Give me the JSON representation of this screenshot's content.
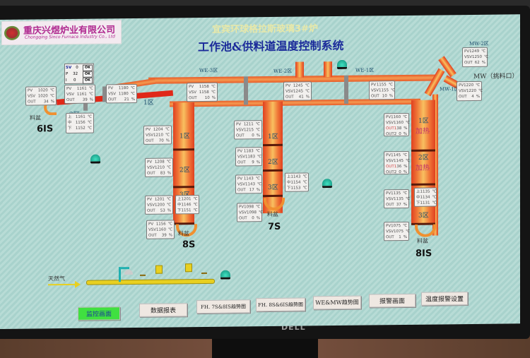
{
  "header": {
    "company_cn": "重庆兴煜炉业有限公司",
    "company_en": "Chongqing Sinco Furnace Industry Co., Ltd",
    "title_line1": "宜宾环球格拉斯玻璃3#炉",
    "title_line2": "工作池&供料道温度控制系统"
  },
  "zones": {
    "we3": "WE-3区",
    "we2": "WE-2区",
    "we1": "WE-1区",
    "mw2": "MW-2区",
    "mw1": "MW-1区",
    "mw_label": "MW（挑料口）",
    "z1": "1区",
    "z2": "2区",
    "z3": "3区",
    "heat": "加热"
  },
  "sv_panel": {
    "sv_label": "SV",
    "sv_value": "0",
    "p_label": "P",
    "p_value": "32",
    "i_label": "I",
    "i_value": "0",
    "ok": "OK"
  },
  "units": {
    "temp": "℃",
    "pct": "%"
  },
  "labels": {
    "pv": "PV",
    "vsv": "VSV",
    "out": "OUT",
    "out1": "OUT1",
    "out2": "OUT2",
    "upper": "上",
    "middle": "中",
    "lower": "下",
    "bowl": "料盆"
  },
  "feeders": {
    "f6is": "6IS",
    "f8s": "8S",
    "f7s": "7S",
    "f8is": "8IS"
  },
  "controllers": {
    "c6is_left": {
      "pv": "1020",
      "vsv": "1020",
      "out": "34"
    },
    "c6is_mid": {
      "pv": "1161",
      "vsv": "1161",
      "out": "39"
    },
    "c6is_z1": {
      "pv": "1180",
      "vsv": "1180",
      "out": "21"
    },
    "c6is_ucl": {
      "u": "1161",
      "m": "1156",
      "l": "1152"
    },
    "we3": {
      "pv": "1158",
      "vsv": "1158",
      "out": "10"
    },
    "we2": {
      "pv": "1245",
      "vsv": "1245",
      "out": "41"
    },
    "we1": {
      "pv": "1155",
      "vsv": "1155",
      "out": "10"
    },
    "mw2": {
      "pv": "1249",
      "vsv": "1250",
      "out": "62"
    },
    "mw1": {
      "pv": "1220",
      "vsv": "1220",
      "out": "4"
    },
    "s8_z1": {
      "pv": "1204",
      "vsv": "1210",
      "out": "70"
    },
    "s8_z2": {
      "pv": "1208",
      "vsv": "1210",
      "out": "83"
    },
    "s8_z3": {
      "pv": "1201",
      "vsv": "1200",
      "out": "53"
    },
    "s8_ucl": {
      "u": "1201",
      "m": "1146",
      "l": "1151"
    },
    "s8_bowl": {
      "pv": "1156",
      "vsv": "1160",
      "out": "39"
    },
    "s7_z1": {
      "pv": "1211",
      "vsv": "1215",
      "out": "0"
    },
    "s7_z2": {
      "pv": "1183",
      "vsv": "1183",
      "out": "9"
    },
    "s7_z3": {
      "pv": "1143",
      "vsv": "1143",
      "out": "17"
    },
    "s7_ucl": {
      "u": "1143",
      "m": "1154",
      "l": "1153"
    },
    "s7_bowl": {
      "pv": "1098",
      "vsv": "1098",
      "out": "0"
    },
    "is8_z1": {
      "pv": "1160",
      "vsv": "1160",
      "out1": "38",
      "out2": "0"
    },
    "is8_z2": {
      "pv": "1145",
      "vsv": "1145",
      "out1": "36",
      "out2": "0"
    },
    "is8_z3": {
      "pv": "1135",
      "vsv": "1135",
      "out": "37"
    },
    "is8_ucl": {
      "u": "1135",
      "m": "1134",
      "l": "1131"
    },
    "is8_bowl": {
      "pv": "1075",
      "vsv": "1075",
      "out": "1"
    }
  },
  "gas": {
    "label": "天然气"
  },
  "nav": {
    "monitor": "监控画面",
    "report": "数据报表",
    "trend_7s8is": "FH. 7S&8IS趋势图",
    "trend_8s6is": "FH. 8S&6IS趋势图",
    "trend_wemw": "WE&MW趋势图",
    "alarm": "报警画面",
    "alarm_settings": "温度报警设置"
  },
  "monitor_brand": "DELL",
  "colors": {
    "active_button": "#40e040",
    "title_blue": "#1a2a9a",
    "pipe_red": "#e04020",
    "lamp": "#20b0a0"
  }
}
